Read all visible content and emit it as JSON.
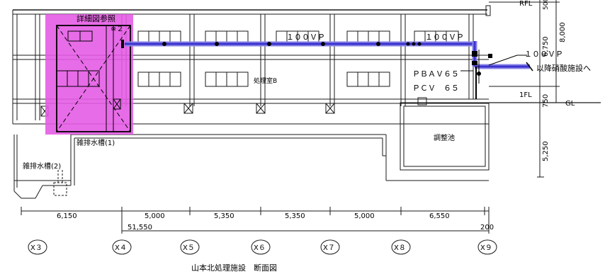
{
  "title": "山本北処理施設　断面図",
  "callout": "詳細図参照",
  "note_mark": "※２",
  "rooms": {
    "treatment": "処理室B",
    "equalization": "調整池",
    "misc_tank_1": "雑排水槽(1)",
    "misc_tank_2": "雑排水槽(2)"
  },
  "pipe": {
    "main_label_1": "１００ＶＰ",
    "main_label_2": "１００ＶＰ",
    "out_label": "１００ＶＰ",
    "destination": "以降硝酸施設へ",
    "valve_1": "ＰＢＡＶ６５",
    "valve_2": "ＰＣＶ　６５"
  },
  "levels": {
    "rfl": "RFL",
    "fl1": "1FL",
    "gl": "GL",
    "height_total": "8,000",
    "height_upper": "6,750",
    "height_gl": "750",
    "height_lower": "5,250",
    "top_small": "500"
  },
  "dimensions": {
    "spans": [
      "6,150",
      "5,000",
      "5,350",
      "5,350",
      "5,000",
      "6,550"
    ],
    "total": "51,550",
    "end_offset": "200"
  },
  "axes": [
    "X３",
    "X４",
    "X５",
    "X６",
    "X７",
    "X８",
    "X９"
  ],
  "colors": {
    "pipe": "#3b33cc",
    "pipe_highlight": "#8a84e8",
    "detail_highlight": "#e45ce4",
    "line": "#1a1a1a"
  }
}
